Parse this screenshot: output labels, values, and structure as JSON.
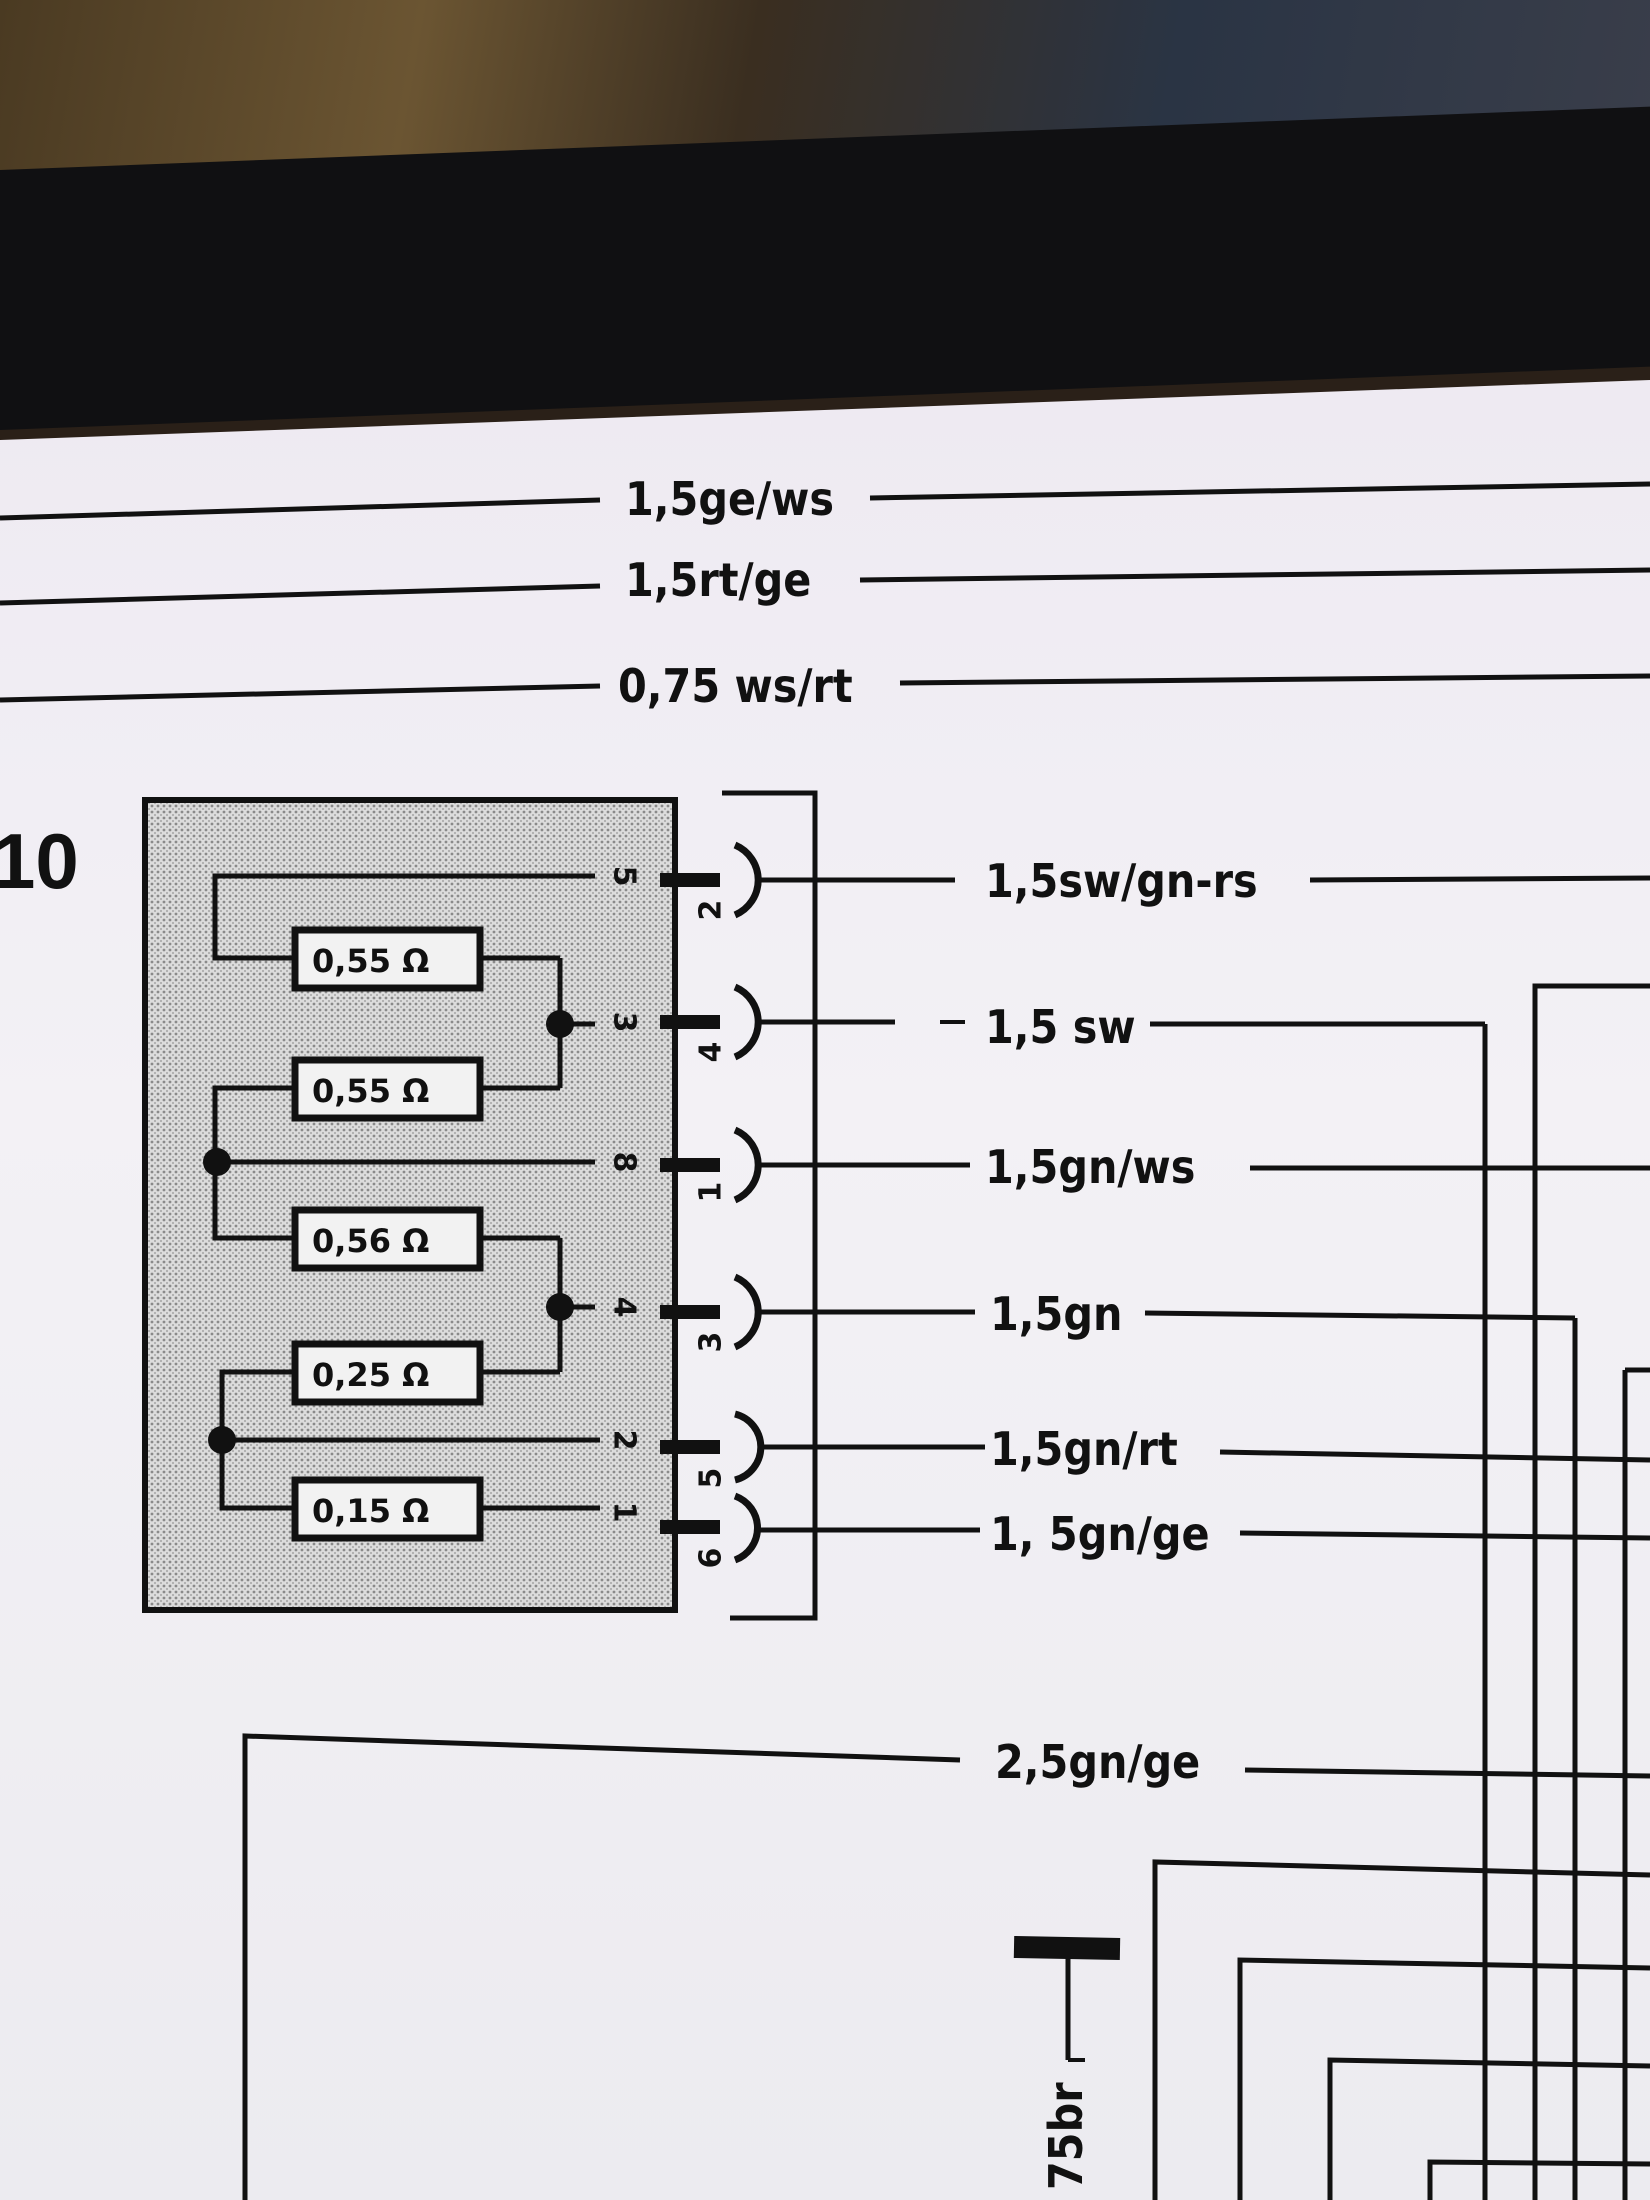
{
  "component_number": "10",
  "top_wires": [
    "1,5ge/ws",
    "1,5rt/ge",
    "0,75 ws/rt"
  ],
  "connector_wires": [
    "1,5sw/gn-rs",
    "1,5 sw",
    "1,5gn/ws",
    "1,5gn",
    "1,5gn/rt",
    "1, 5gn/ge"
  ],
  "connector_pins": [
    "2",
    "4",
    "1",
    "3",
    "5",
    "6"
  ],
  "internal_pins": [
    "5",
    "3",
    "8",
    "4",
    "2",
    "1"
  ],
  "resistors": [
    "0,55 Ω",
    "0,55 Ω",
    "0,56 Ω",
    "0,25 Ω",
    "0,15 Ω"
  ],
  "bottom_wires": [
    "2,5gn/ge"
  ],
  "ground_label": "75br",
  "colors": {
    "line": "#111111",
    "shading": "#cfcfcf",
    "paper": "#f1eff4"
  }
}
